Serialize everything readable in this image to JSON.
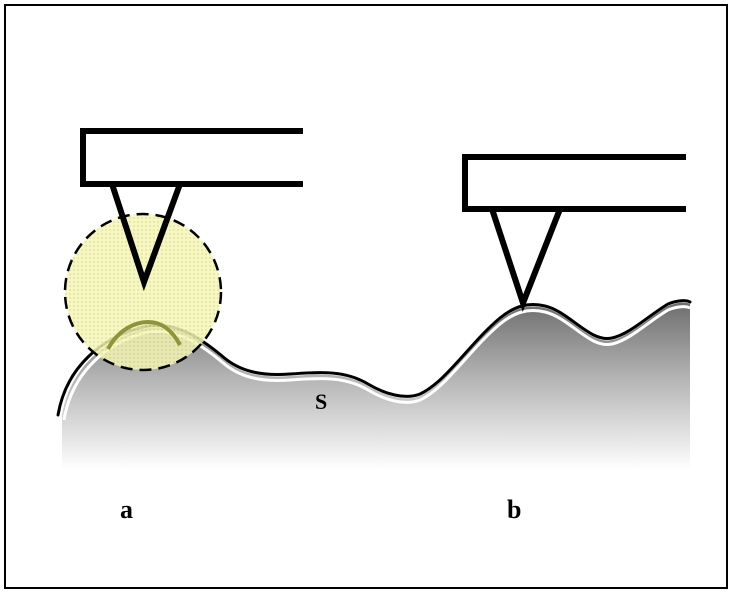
{
  "labels": {
    "surface": "S",
    "panel_a": "a",
    "panel_b": "b"
  },
  "colors": {
    "stroke": "#000000",
    "background": "#ffffff",
    "interaction_zone_fill": "#f4f5bd",
    "interaction_zone_dots": "#d9dd62",
    "contact_arc": "#8f9439",
    "surface_gradient_top": "#6e6e6e",
    "surface_gradient_bottom": "#ffffff"
  }
}
